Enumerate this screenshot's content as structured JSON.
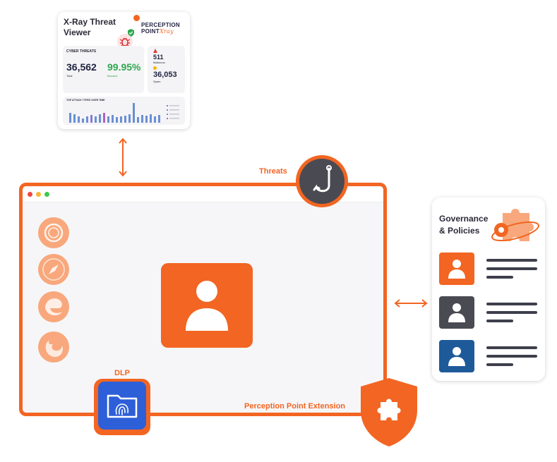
{
  "xray": {
    "title_line1": "X-Ray Threat",
    "title_line2": "Viewer",
    "brand_line1": "PERCEPTION",
    "brand_line2": "POINT",
    "brand_script": "Xray",
    "cyber_threats_label": "CYBER THREATS",
    "total_value": "36,562",
    "total_caption": "Total",
    "blocked_value": "99.95%",
    "blocked_caption": "Blocked",
    "malicious_value": "511",
    "malicious_caption": "Malicious",
    "spam_value": "36,053",
    "spam_caption": "Spam",
    "chart_title": "TOP ATTACK TYPES OVER TIME"
  },
  "main": {
    "threats_label": "Threats",
    "dlp_label": "DLP",
    "extension_label": "Perception Point Extension"
  },
  "governance": {
    "title_line1": "Governance",
    "title_line2": "& Policies"
  },
  "colors": {
    "accent": "#f26522",
    "dark": "#4a4a52",
    "blue": "#1e5a9a"
  }
}
